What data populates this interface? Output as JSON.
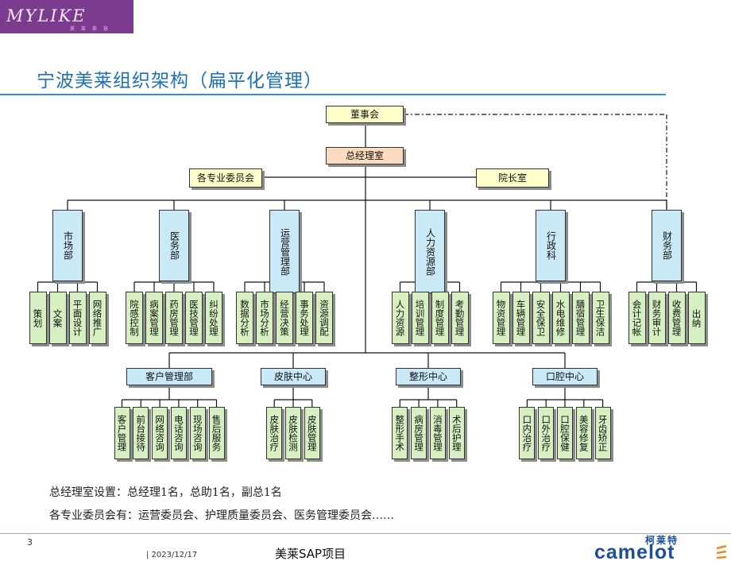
{
  "logo": {
    "text": "MYLIKE",
    "sub": "美 莱 美 容"
  },
  "title": "宁波美莱组织架构（扁平化管理）",
  "chart": {
    "board": "董事会",
    "gm_office": "总经理室",
    "committees": "各专业委员会",
    "dean_office": "院长室",
    "departments": [
      {
        "name": "市场部",
        "children": [
          [
            "策划"
          ],
          [
            "文案"
          ],
          [
            "平面设计"
          ],
          [
            "网络推广"
          ]
        ]
      },
      {
        "name": "医务部",
        "children": [
          [
            "院感控制"
          ],
          [
            "病案管理"
          ],
          [
            "药房管理"
          ],
          [
            "医技管理"
          ],
          [
            "纠纷处理"
          ]
        ]
      },
      {
        "name": "运营管理部",
        "children": [
          [
            "数据分析"
          ],
          [
            "市场分析"
          ],
          [
            "经营决策"
          ],
          [
            "事务处理"
          ],
          [
            "资源调配"
          ]
        ]
      },
      {
        "name": "人力资源部",
        "children": [
          [
            "人力资源"
          ],
          [
            "培训管理"
          ],
          [
            "制度管理"
          ],
          [
            "考勤管理"
          ]
        ]
      },
      {
        "name": "行政科",
        "children": [
          [
            "物资管理"
          ],
          [
            "车辆管理"
          ],
          [
            "安全保卫"
          ],
          [
            "水电维修"
          ],
          [
            "膳宿管理"
          ],
          [
            "卫生保洁"
          ]
        ]
      },
      {
        "name": "财务部",
        "children": [
          [
            "会计记帐"
          ],
          [
            "财务审计"
          ],
          [
            "收费管理"
          ],
          [
            "出纳"
          ]
        ]
      }
    ],
    "centers": [
      {
        "name": "客户管理部",
        "children": [
          "客户管理",
          "前台接待",
          "网络咨询",
          "电话咨询",
          "现场咨询",
          "售后服务"
        ]
      },
      {
        "name": "皮肤中心",
        "children": [
          "皮肤治疗",
          "皮肤检测",
          "皮肤管理"
        ]
      },
      {
        "name": "整形中心",
        "children": [
          "整形手术",
          "病房管理",
          "消毒管理",
          "术后护理"
        ]
      },
      {
        "name": "口腔中心",
        "children": [
          "口内治疗",
          "口外治疗",
          "口腔保健",
          "美容修复",
          "牙齿矫正"
        ]
      }
    ]
  },
  "notes": {
    "gm_setup": "总经理室设置：总经理1名，总助1名，副总1名",
    "committees_list": "各专业委员会有：运营委员会、护理质量委员会、医务管理委员会……"
  },
  "footer": {
    "slide_number": "3",
    "date": "| 2023/12/17",
    "project": "美莱SAP项目",
    "brand_cn": "柯莱特",
    "brand": "camelot"
  },
  "colors": {
    "title": "#1f6fb4",
    "top_box": "#ffffc9",
    "office_box": "#fbdbc0",
    "dept_box": "#c9e9f7",
    "leaf_box": "#d7f0c2",
    "logo_bg": "#7b3b8e",
    "brand": "#1b4f9c"
  }
}
